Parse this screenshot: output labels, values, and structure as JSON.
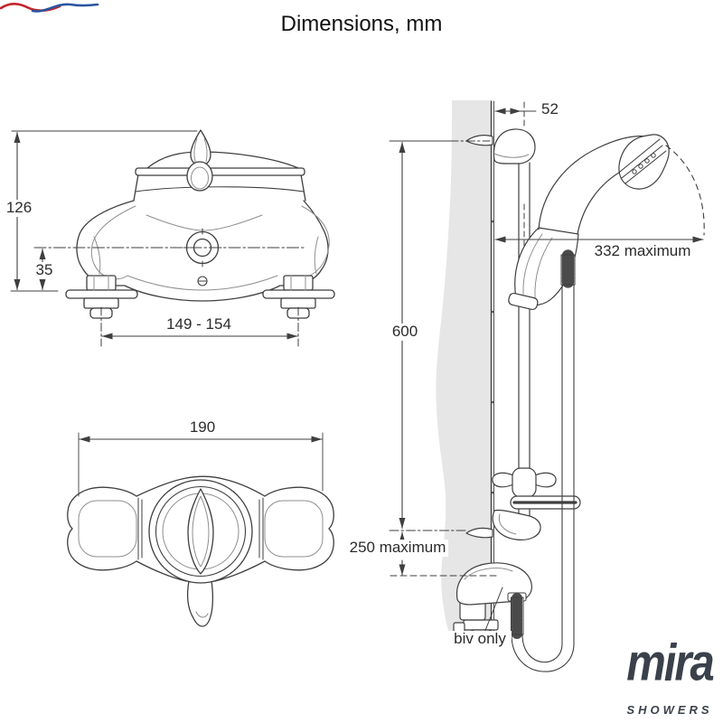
{
  "page": {
    "title": "Dimensions, mm"
  },
  "front_view": {
    "dims": {
      "overall_height": "126",
      "inlet_offset": "35",
      "inlet_centres": "149 - 154"
    }
  },
  "top_view": {
    "dims": {
      "overall_width": "190"
    }
  },
  "side_view": {
    "dims": {
      "bracket_offset": "52",
      "slide_bar_length": "600",
      "handset_reach": "332 maximum",
      "outlet_drop": "250 maximum"
    },
    "note": "biv only"
  },
  "logo": {
    "brand": "mira",
    "tagline": "SHOWERS"
  },
  "colors": {
    "line": "#3f3f3f",
    "wall_fill": "#e6e6e6",
    "logo_dark": "#3a414b",
    "logo_red": "#c4242c",
    "logo_blue": "#2a55a0"
  }
}
